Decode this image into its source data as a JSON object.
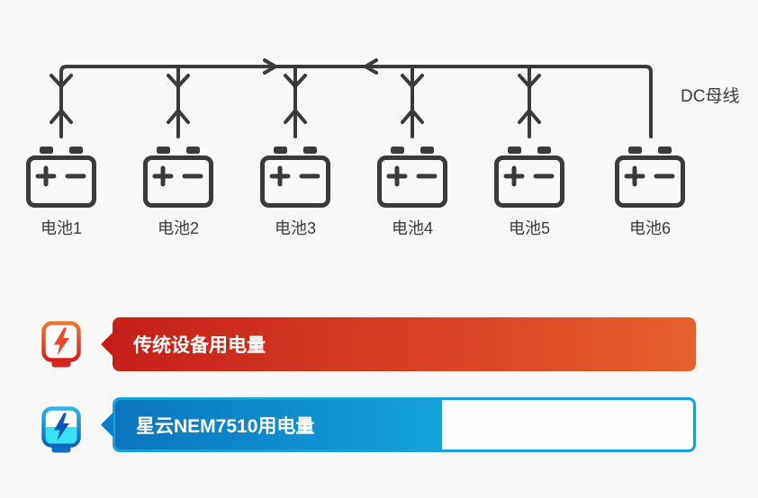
{
  "canvas": {
    "background": "#f8f8f8"
  },
  "diagram": {
    "bus_label": "DC母线",
    "line_color": "#3a3a3a",
    "batteries": [
      {
        "label": "电池1"
      },
      {
        "label": "电池2"
      },
      {
        "label": "电池3"
      },
      {
        "label": "电池4"
      },
      {
        "label": "电池5"
      },
      {
        "label": "电池6"
      }
    ]
  },
  "legend": {
    "rows": [
      {
        "id": "traditional",
        "label": "传统设备用电量",
        "icon": "power-meter-red-icon",
        "bar_color_start": "#c51f17",
        "bar_color_end": "#e6602e",
        "fill_ratio": 1.0
      },
      {
        "id": "nem7510",
        "label": "星云NEM7510用电量",
        "icon": "power-meter-blue-icon",
        "bar_color_start": "#0a74bd",
        "bar_color_end": "#14a3dc",
        "outline_color": "#17a1da",
        "fill_ratio": 0.56
      }
    ]
  },
  "chart_data": {
    "type": "bar",
    "categories": [
      "传统设备用电量",
      "星云NEM7510用电量"
    ],
    "values": [
      1.0,
      0.56
    ],
    "title": "",
    "xlabel": "",
    "ylabel": "",
    "note": "horizontal comparison bars; NEM7510 bar filled to ~56% of the traditional bar length"
  }
}
